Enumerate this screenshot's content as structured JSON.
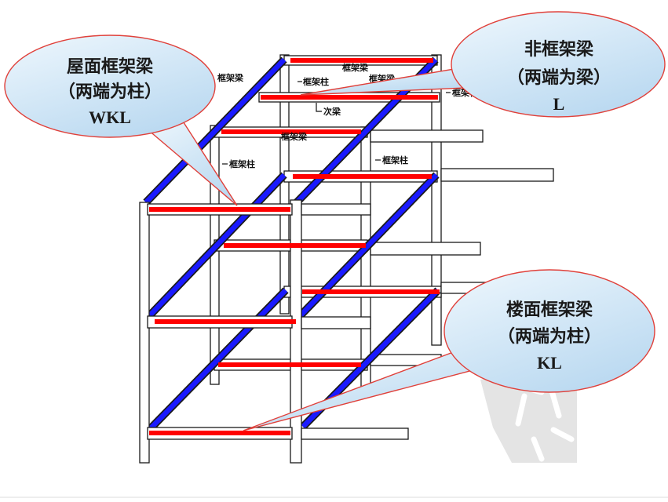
{
  "callouts": {
    "roof_frame_beam": {
      "title": "屋面框架梁",
      "note": "（两端为柱）",
      "code": "WKL"
    },
    "non_frame_beam": {
      "title": "非框架梁",
      "note": "（两端为梁）",
      "code": "L"
    },
    "floor_frame_beam": {
      "title": "楼面框架梁",
      "note": "（两端为柱）",
      "code": "KL"
    }
  },
  "structure_labels": [
    "框架梁",
    "框架柱",
    "框架梁",
    "框架梁",
    "次梁",
    "框架梁",
    "框架柱",
    "框架柱",
    "框架柱"
  ],
  "colors": {
    "frame_beam": "#ff0000",
    "depth_beam": "#1a1aff",
    "bubble_border": "#e0403a",
    "bubble_fill_light": "#eef7fd",
    "bubble_fill_dark": "#bcdaf1"
  }
}
